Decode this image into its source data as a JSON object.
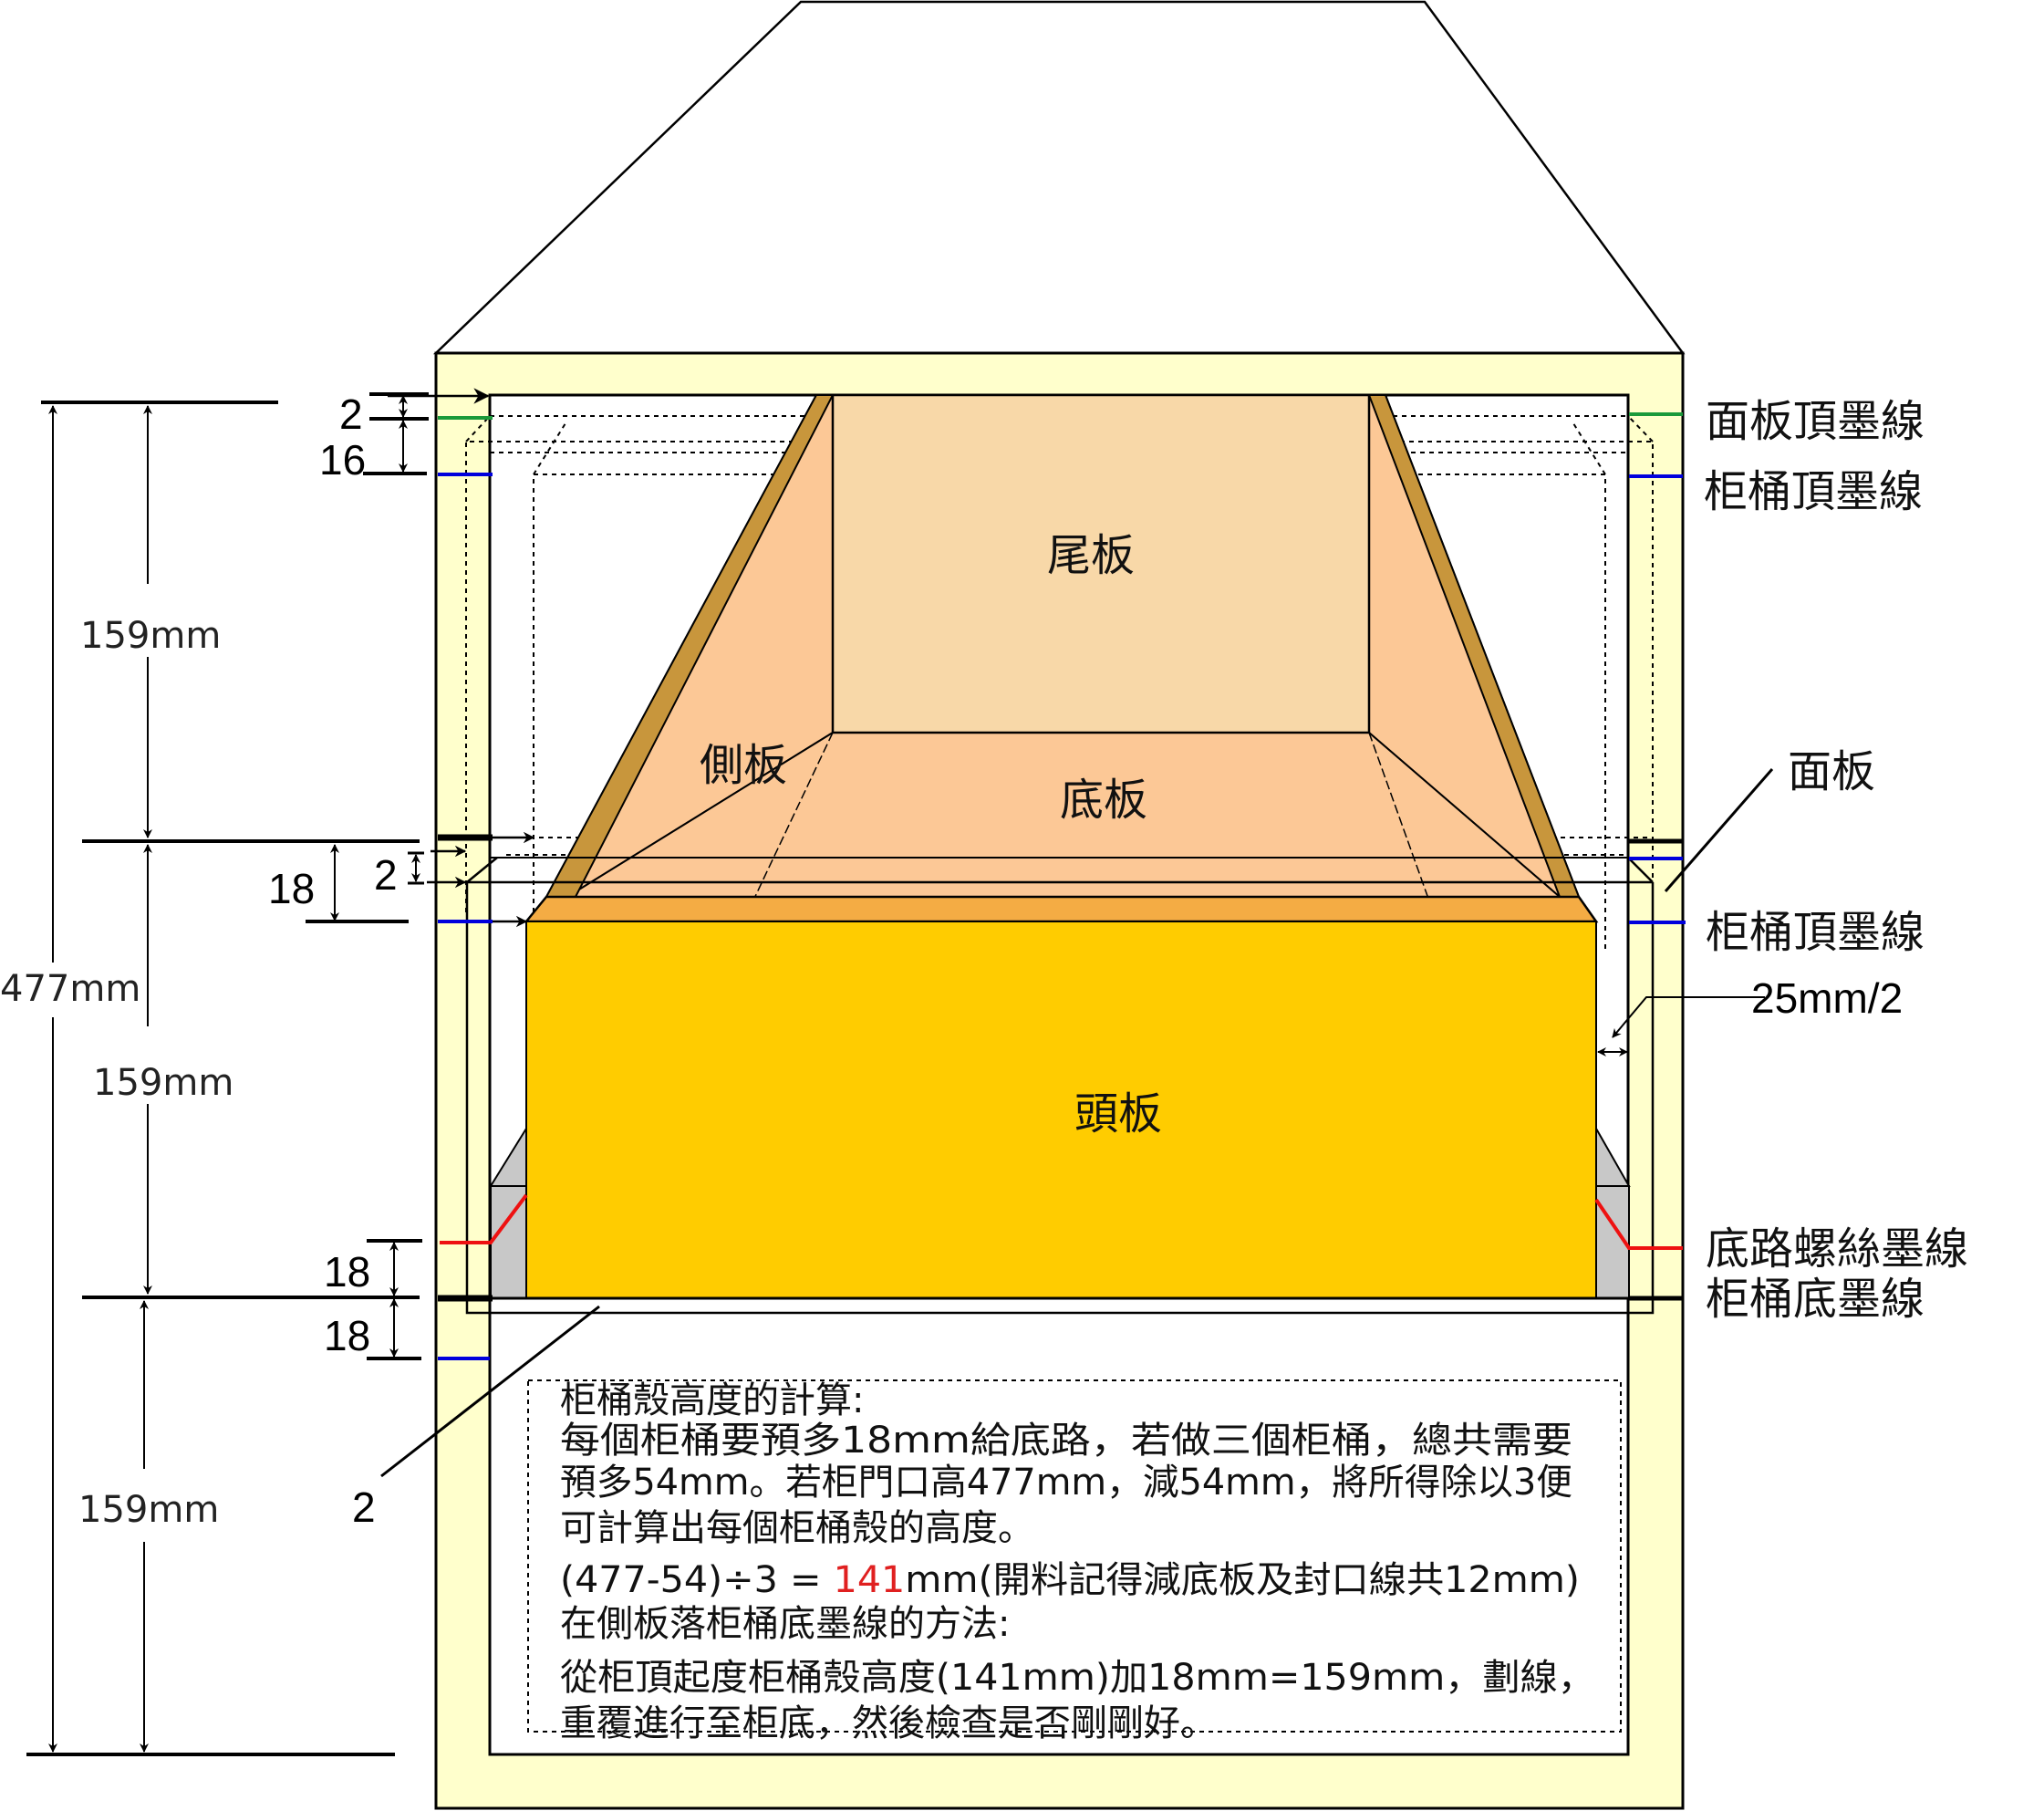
{
  "colors": {
    "cabinet_fill": "#FFFFCC",
    "drawer_front": "#FFCC00",
    "drawer_top_edge": "#F4AC44",
    "side_edge": "#C8963C",
    "bottom_panel": "#FCC896",
    "back_panel": "#F8D8A8",
    "runner_gray": "#C8C8C8",
    "panel_top_line": "#1A9A3A",
    "drawer_top_line": "#0000DD",
    "runner_screw_line": "#EE1111"
  },
  "panels": {
    "back": "尾板",
    "side": "側板",
    "bottom": "底板",
    "front": "頭板"
  },
  "right_labels": {
    "panel_top_line": "面板頂墨線",
    "drawer_top_line_1": "柜桶頂墨線",
    "face_panel": "面板",
    "drawer_top_line_2": "柜桶頂墨線",
    "clearance": "25mm/2",
    "runner_screw_line": "底路螺絲墨線",
    "drawer_bottom_line": "柜桶底墨線"
  },
  "dimensions": {
    "total": "477mm",
    "section_1": "159mm",
    "section_2": "159mm",
    "section_3": "159mm",
    "top_gap": "2",
    "top_offset": "16",
    "mid_gap": "2",
    "mid_offset": "18",
    "runner_offset": "18",
    "bottom_offset": "18",
    "bottom_gap": "2"
  },
  "notes": {
    "title": "柜桶殼高度的計算:",
    "line1": "每個柜桶要預多18mm給底路，若做三個柜桶，總共需要",
    "line2": "預多54mm。若柜門口高477mm，減54mm，將所得除以3便",
    "line3": "可計算出每個柜桶殼的高度。",
    "formula_prefix": "(477-54)÷3 = ",
    "formula_result": "141",
    "formula_suffix": "mm(開料記得減底板及封口線共12mm)",
    "method_title": "在側板落柜桶底墨線的方法:",
    "method_line1": "從柜頂起度柜桶殼高度(141mm)加18mm=159mm，劃線，",
    "method_line2": "重覆進行至柜底，然後檢查是否剛剛好。"
  }
}
